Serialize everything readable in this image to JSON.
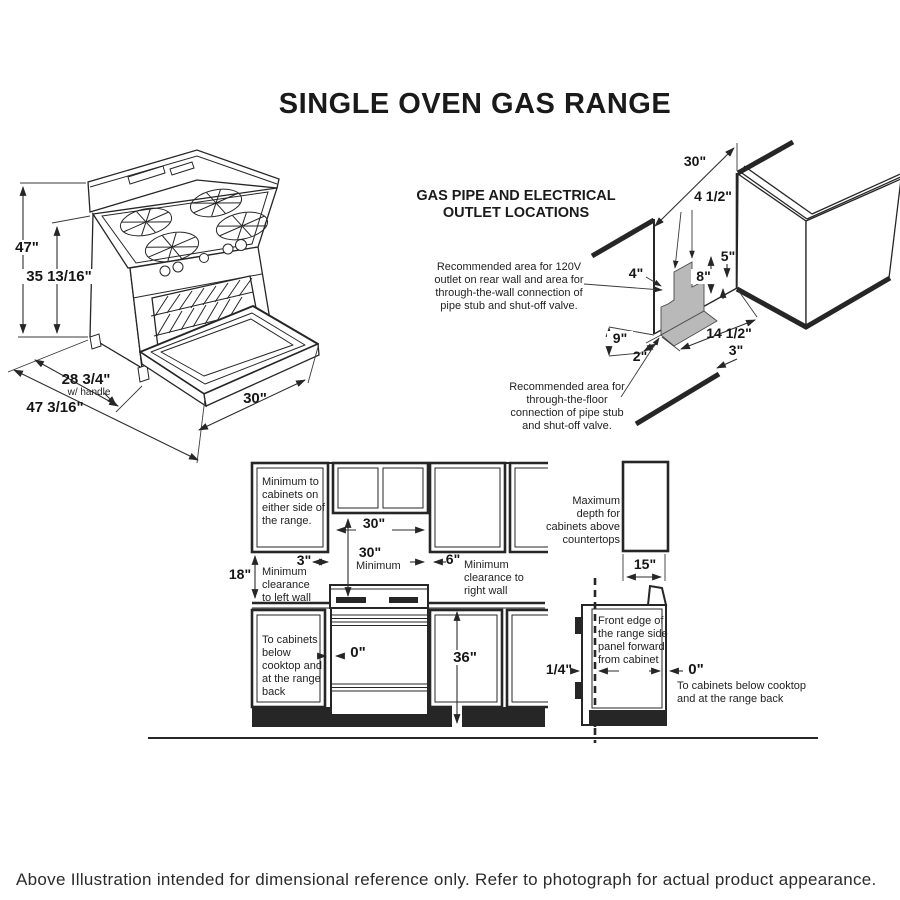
{
  "title": "SINGLE OVEN GAS RANGE",
  "caption": "Above Illustration intended for dimensional reference only. Refer to photograph for actual product appearance.",
  "stove": {
    "h47": "47\"",
    "h35": "35 13/16\"",
    "d28": "28 3/4\"",
    "d28sub": "w/ handle",
    "d47": "47 3/16\"",
    "w30": "30\""
  },
  "gas": {
    "h1": "GAS PIPE AND ELECTRICAL",
    "h2": "OUTLET LOCATIONS",
    "note_wall": "Recommended area for 120V outlet on rear wall and area for through-the-wall connection of pipe stub and shut-off valve.",
    "note_floor": "Recommended area for through-the-floor connection of pipe stub and shut-off valve.",
    "w30": "30\"",
    "d45": "4 1/2\"",
    "d5": "5\"",
    "d4": "4\"",
    "d8": "8\"",
    "d9": "9\"",
    "d2": "2\"",
    "d145": "14 1/2\"",
    "d3": "3\""
  },
  "front": {
    "min_side": "Minimum to cabinets on either side of the range.",
    "w30": "30\"",
    "min30": "30\"",
    "minimum": "Minimum",
    "d3": "3\"",
    "d6": "6\"",
    "d18": "18\"",
    "left_wall": "Minimum clearance to left wall",
    "right_wall": "Minimum clearance to right wall",
    "below": "To cabinets below cooktop and at the range back",
    "d0": "0\"",
    "d36": "36\""
  },
  "side": {
    "max_depth": "Maximum depth for cabinets above countertops",
    "d15": "15\"",
    "front_edge": "Front edge of the range side panel forward from cabinet",
    "quarter": "1/4\"",
    "d0": "0\"",
    "below": "To cabinets below cooktop and at the range back"
  },
  "colors": {
    "ink": "#262626",
    "area_fill": "#b9b9b9"
  }
}
